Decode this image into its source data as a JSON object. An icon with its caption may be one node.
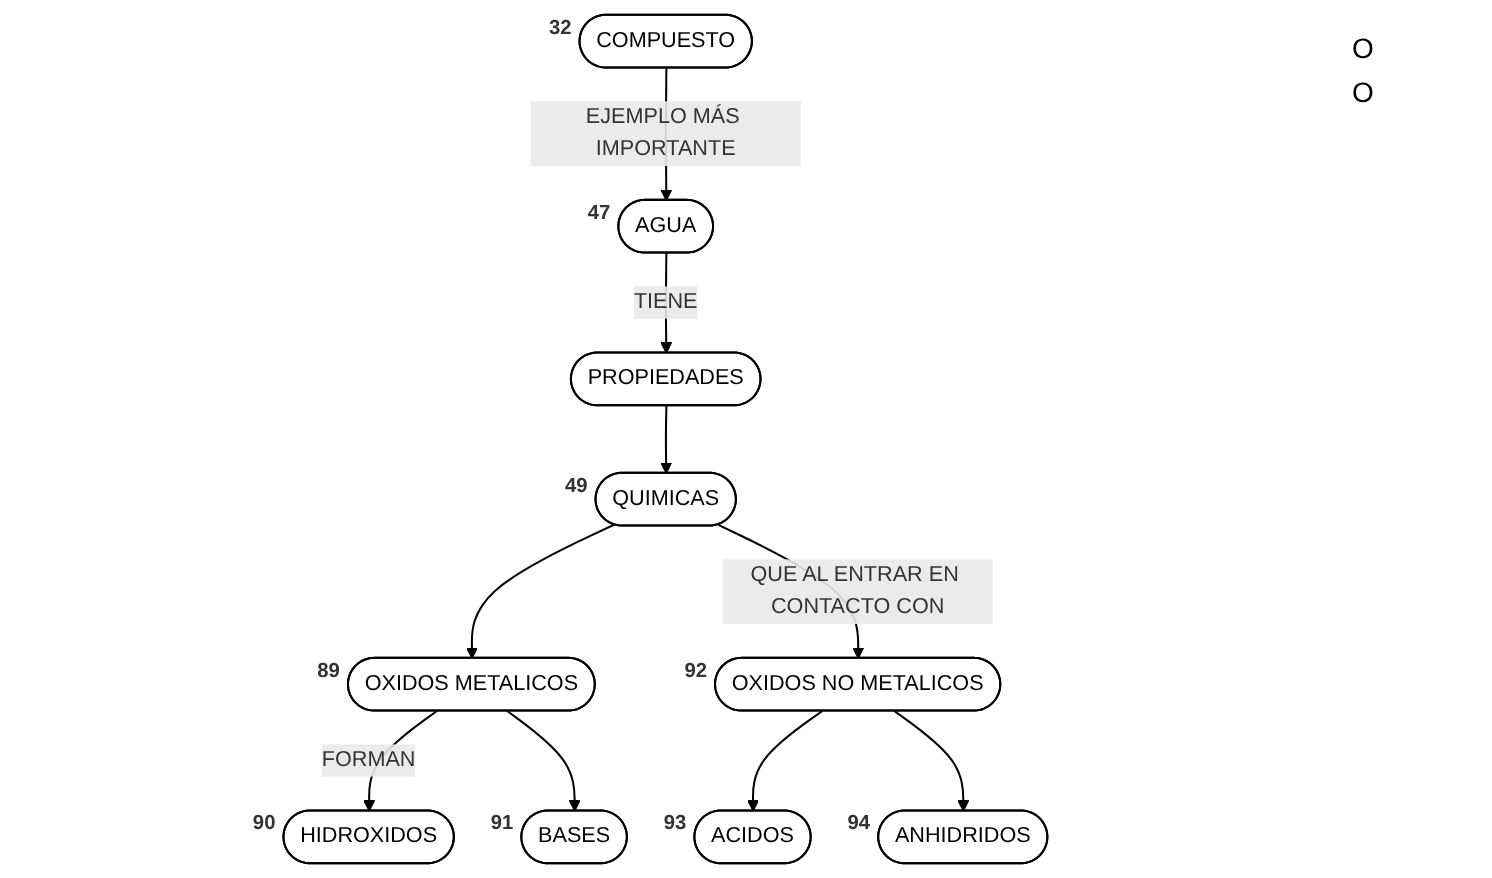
{
  "diagram": {
    "nodes": [
      {
        "text": [
          "COMPUESTO"
        ],
        "beside": [
          "32"
        ]
      },
      {
        "text": [
          "AGUA"
        ],
        "beside": [
          "47"
        ]
      },
      {
        "text": [
          "PROPIEDADES"
        ]
      },
      {
        "text": [
          "QUIMICAS"
        ],
        "beside": [
          "49"
        ]
      },
      {
        "text": [
          "OXIDOS METALICOS"
        ],
        "beside": [
          "89"
        ]
      },
      {
        "text": [
          "OXIDOS NO METALICOS"
        ],
        "beside": [
          "92"
        ]
      },
      {
        "text": [
          "HIDROXIDOS"
        ],
        "beside": [
          "90"
        ]
      },
      {
        "text": [
          "BASES"
        ],
        "beside": [
          "91"
        ]
      },
      {
        "text": [
          "ACIDOS"
        ],
        "beside": [
          "93"
        ]
      },
      {
        "text": [
          "ANHIDRIDOS"
        ],
        "beside": [
          "94"
        ]
      }
    ],
    "edges": [
      {
        "from": 0,
        "to": 1,
        "arrow": "to",
        "label": "EJEMPLO MÁS IMPORTANTE"
      },
      {
        "from": 1,
        "to": 2,
        "arrow": "to",
        "label": "TIENE"
      },
      {
        "from": 2,
        "to": 3,
        "arrow": "to"
      },
      {
        "from": 3,
        "to": 4,
        "arrow": "to"
      },
      {
        "from": 3,
        "to": 5,
        "arrow": "to",
        "label": "QUE AL ENTRAR EN CONTACTO CON"
      },
      {
        "from": 4,
        "to": 6,
        "arrow": "to",
        "label": "FORMAN"
      },
      {
        "from": 4,
        "to": 7,
        "arrow": "to"
      },
      {
        "from": 5,
        "to": 8,
        "arrow": "to"
      },
      {
        "from": 5,
        "to": 9,
        "arrow": "to"
      }
    ],
    "labels": [
      "O",
      "O"
    ]
  }
}
